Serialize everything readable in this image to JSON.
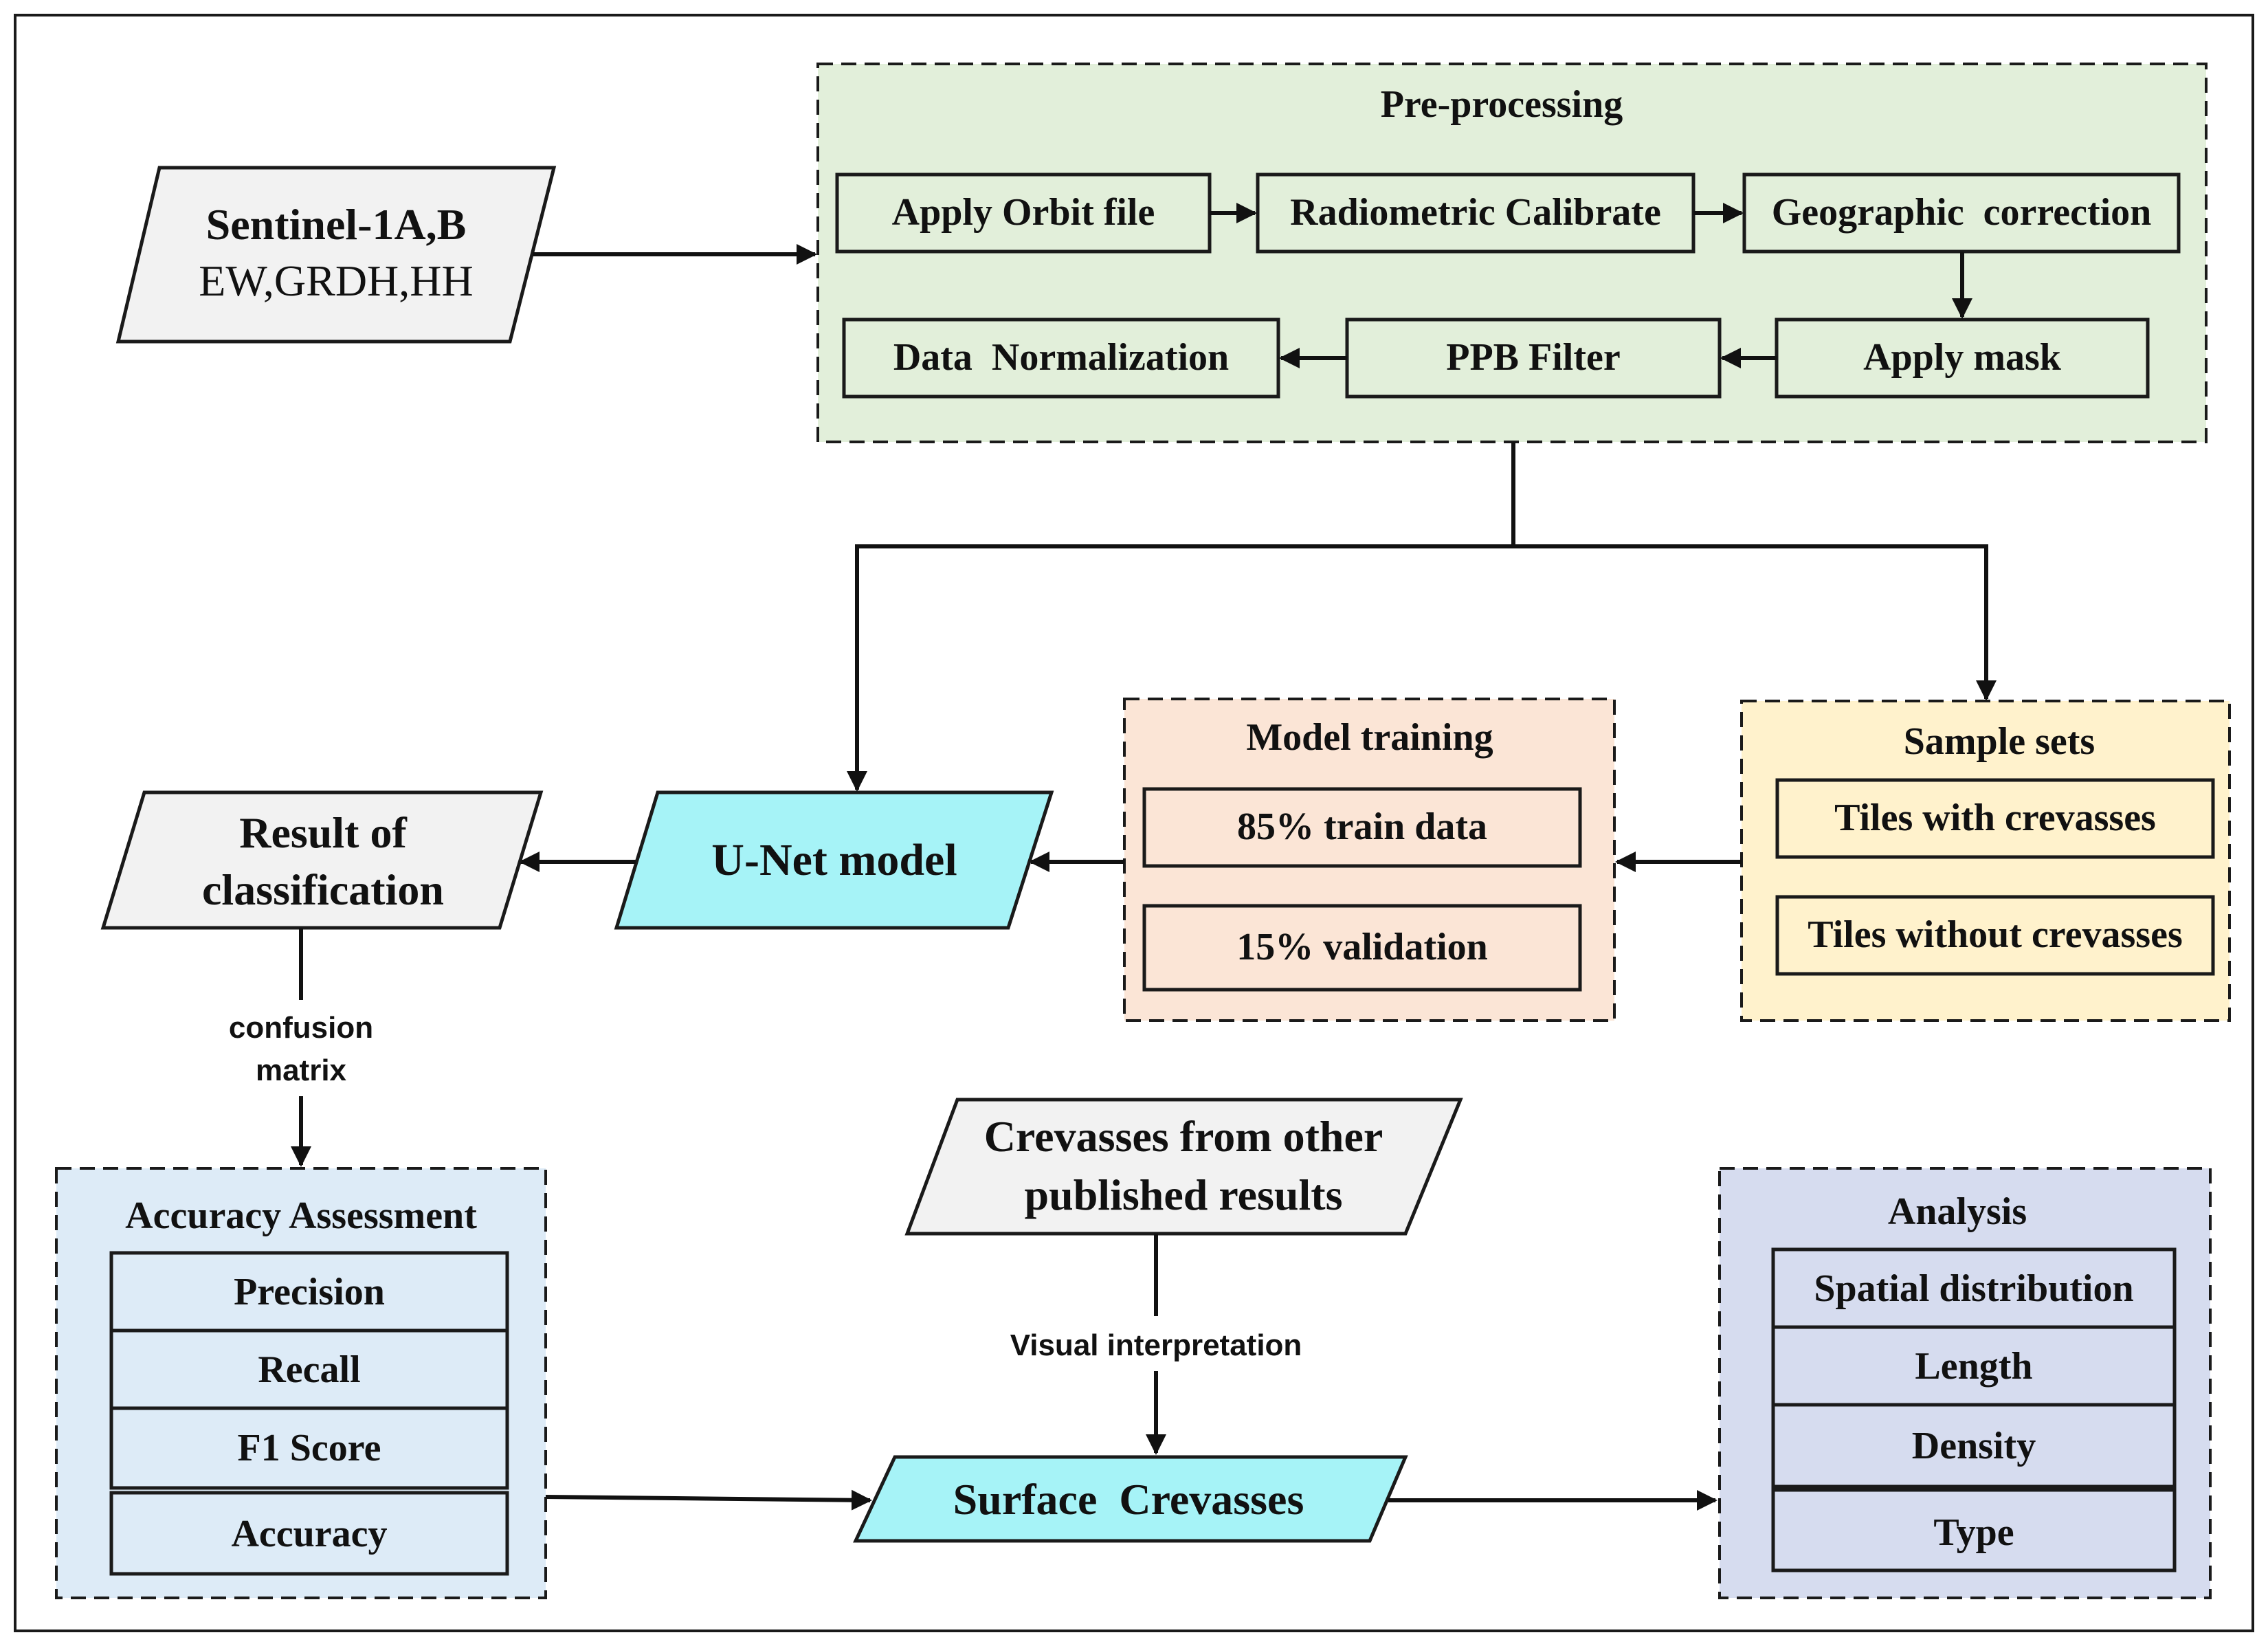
{
  "colors": {
    "border": "#1a1a1a",
    "preprocessing_fill": "#e2efda",
    "model_training_fill": "#fbe5d6",
    "sample_sets_fill": "#fff2cc",
    "accuracy_fill": "#ddebf7",
    "analysis_fill": "#d6dcef",
    "io_fill": "#f2f2f2",
    "highlight_fill": "#a6f3f7"
  },
  "input": {
    "line1": "Sentinel-1A,B",
    "line2": "EW,GRDH,HH"
  },
  "preprocessing": {
    "title": "Pre-processing",
    "steps": {
      "orbit": "Apply Orbit file",
      "radiometric": "Radiometric Calibrate",
      "geographic": "Geographic  correction",
      "mask": "Apply mask",
      "ppb": "PPB Filter",
      "normalization": "Data  Normalization"
    }
  },
  "sample_sets": {
    "title": "Sample sets",
    "items": [
      "Tiles with crevasses",
      "Tiles without crevasses"
    ]
  },
  "model_training": {
    "title": "Model training",
    "items": [
      "85% train data",
      "15% validation"
    ]
  },
  "unet": {
    "label": "U-Net model"
  },
  "result": {
    "line1": "Result of",
    "line2": "classification"
  },
  "confusion": {
    "line1": "confusion",
    "line2": "matrix"
  },
  "accuracy": {
    "title": "Accuracy Assessment",
    "items": [
      "Precision",
      "Recall",
      "F1 Score",
      "Accuracy"
    ]
  },
  "published": {
    "line1": "Crevasses from other",
    "line2": "published results"
  },
  "visual": {
    "label": "Visual interpretation"
  },
  "surface": {
    "label": "Surface  Crevasses"
  },
  "analysis": {
    "title": "Analysis",
    "items": [
      "Spatial distribution",
      "Length",
      "Density",
      "Type"
    ]
  }
}
